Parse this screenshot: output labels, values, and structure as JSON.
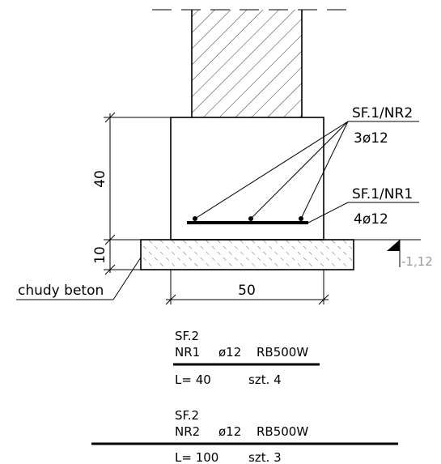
{
  "callouts": {
    "top_label": "SF.1/NR2",
    "top_spec": "3ø12",
    "bottom_label": "SF.1/NR1",
    "bottom_spec": "4ø12"
  },
  "dimensions": {
    "height": "40",
    "lean_height": "10",
    "width": "50"
  },
  "elevation": "-1,12",
  "lean_concrete_label": "chudy beton",
  "schedule": [
    {
      "sheet": "SF.2",
      "number": "NR1",
      "bar": "ø12",
      "steel": "RB500W",
      "length": "L= 40",
      "count": "szt. 4"
    },
    {
      "sheet": "SF.2",
      "number": "NR2",
      "bar": "ø12",
      "steel": "RB500W",
      "length": "L= 100",
      "count": "szt. 3"
    }
  ]
}
